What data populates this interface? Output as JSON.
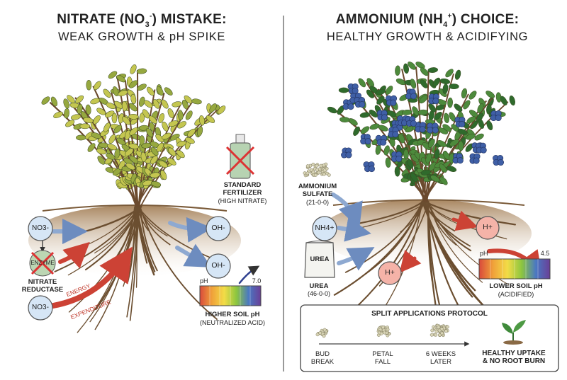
{
  "left": {
    "title_prefix": "NITRATE (NO",
    "title_sub": "3",
    "title_sup": "-",
    "title_suffix": ") MISTAKE:",
    "subtitle": "WEAK GROWTH & pH SPIKE",
    "fertilizer_label": "STANDARD\nFERTILIZER",
    "fertilizer_note": "(HIGH NITRATE)",
    "no3_top": "NO3-",
    "no3_bottom": "NO3-",
    "enzyme_text": "ENZYME",
    "enzyme_label": "NITRATE\nREDUCTASE",
    "energy_text": "ENERGY",
    "expenditure_text": "EXPENDITURE",
    "oh_top": "OH-",
    "oh_bottom": "OH-",
    "ph_axis": "pH",
    "ph_value": "7.0",
    "soil_label": "HIGHER SOIL pH",
    "soil_note": "(NEUTRALIZED ACID)"
  },
  "right": {
    "title_prefix": "AMMONIUM (NH",
    "title_sub": "4",
    "title_sup": "+",
    "title_suffix": ") CHOICE:",
    "subtitle": "HEALTHY GROWTH & ACIDIFYING",
    "sulfate_label": "AMMONIUM\nSULFATE",
    "sulfate_note": "(21-0-0)",
    "nh4": "NH4+",
    "urea_bag": "UREA",
    "urea_label": "UREA",
    "urea_note": "(46-0-0)",
    "h_top": "H+",
    "h_bottom": "H+",
    "ph_axis": "pH",
    "ph_value": "4.5",
    "soil_label": "LOWER SOIL pH",
    "soil_note": "(ACIDIFIED)"
  },
  "protocol": {
    "title": "SPLIT APPLICATIONS PROTOCOL",
    "steps": [
      "BUD\nBREAK",
      "PETAL\nFALL",
      "6 WEEKS\nLATER"
    ],
    "result": "HEALTHY UPTAKE\n& NO ROOT BURN"
  },
  "colors": {
    "leaf_weak": "#b9c04a",
    "leaf_healthy": "#4d8a3c",
    "berry": "#3f5fa6",
    "soil": "#8a6a45",
    "arrow_blue": "#7f9dc7",
    "arrow_red": "#d0483c",
    "ion_blue": "#d6e6f6",
    "ion_red": "#f5b3a8"
  },
  "icons": [
    "prohibited-bottle-icon",
    "crossed-enzyme-icon",
    "fertilizer-pellets-icon",
    "urea-bag-icon",
    "seedling-icon"
  ]
}
